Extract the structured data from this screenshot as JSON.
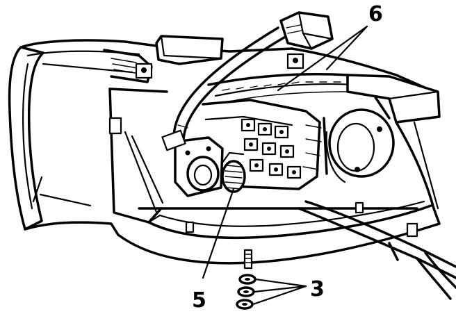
{
  "callouts": [
    {
      "id": "6",
      "label": "6"
    },
    {
      "id": "5",
      "label": "5"
    },
    {
      "id": "3",
      "label": "3"
    }
  ]
}
